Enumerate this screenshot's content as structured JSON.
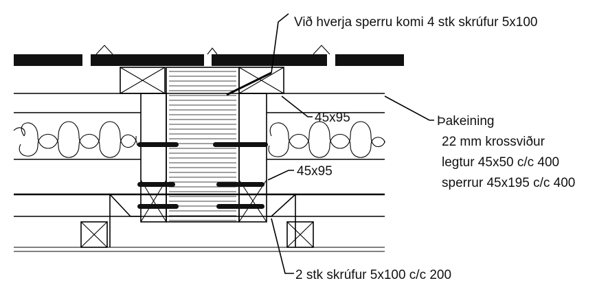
{
  "callouts": {
    "top_screws": "Við hverja sperru komi 4 stk skrúfur 5x100",
    "member_upper": "45x95",
    "member_lower": "45x95",
    "bottom_screws": "2 stk skrúfur 5x100 c/c 200"
  },
  "roof_build_up": {
    "heading": "Þakeining",
    "lines": [
      "22 mm krossviður",
      "legtur 45x50 c/c 400",
      "sperrur 45x195 c/c 400"
    ]
  }
}
